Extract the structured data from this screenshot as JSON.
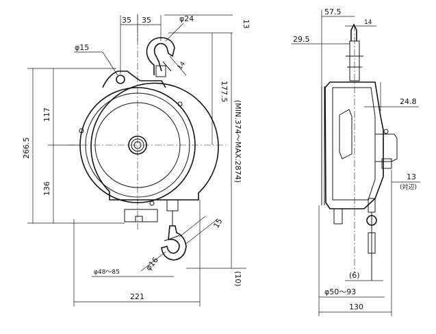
{
  "front_view": {
    "dim_35_left": "35",
    "dim_35_right": "35",
    "dim_phi24": "φ24",
    "dim_phi15": "φ15",
    "dim_14": "14",
    "dim_13": "13",
    "dim_177_5": "177.5",
    "dim_117": "117",
    "dim_266_5": "266.5",
    "dim_136": "136",
    "dim_stroke": "(MIN.374～MAX.2874)",
    "dim_15": "15",
    "dim_phi16": "φ16",
    "dim_phi48_85": "φ48～85",
    "dim_10": "(10)",
    "dim_221": "221"
  },
  "side_view": {
    "dim_57_5": "57.5",
    "dim_14": "14",
    "dim_29_5": "29.5",
    "dim_24_8": "24.8",
    "dim_13": "13",
    "dim_13_note": "(対辺)",
    "dim_6": "(6)",
    "dim_phi50_93": "φ50～93",
    "dim_130": "130"
  }
}
